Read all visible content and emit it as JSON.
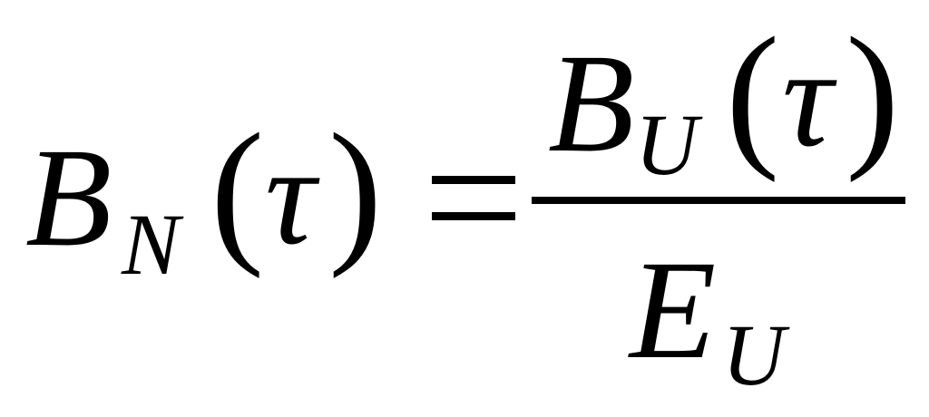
{
  "formula": {
    "lhs": {
      "base": "B",
      "subscript": "N",
      "open_paren": "(",
      "argument": "τ",
      "close_paren": ")"
    },
    "equals": "=",
    "rhs": {
      "numerator": {
        "base": "B",
        "subscript": "U",
        "open_paren": "(",
        "argument": "τ",
        "close_paren": ")"
      },
      "denominator": {
        "base": "E",
        "subscript": "U"
      }
    }
  }
}
